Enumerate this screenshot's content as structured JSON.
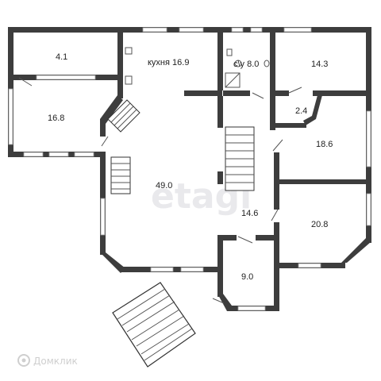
{
  "rooms": [
    {
      "id": "r-4-1",
      "label": "4.1"
    },
    {
      "id": "r-16-8",
      "label": "16.8"
    },
    {
      "id": "r-kitchen",
      "label": "кухня 16.9"
    },
    {
      "id": "r-bath",
      "label": "с\\у 8.0"
    },
    {
      "id": "r-14-3",
      "label": "14.3"
    },
    {
      "id": "r-2-4",
      "label": "2.4"
    },
    {
      "id": "r-18-6",
      "label": "18.6"
    },
    {
      "id": "r-49-0",
      "label": "49.0"
    },
    {
      "id": "r-14-6",
      "label": "14.6"
    },
    {
      "id": "r-20-8",
      "label": "20.8"
    },
    {
      "id": "r-9-0",
      "label": "9.0"
    }
  ],
  "watermark": "etagi",
  "brand": "Домклик",
  "colors": {
    "wall": "#3d3d3d",
    "watermark": "#e9e9ec",
    "brand": "#cfcfcf"
  }
}
